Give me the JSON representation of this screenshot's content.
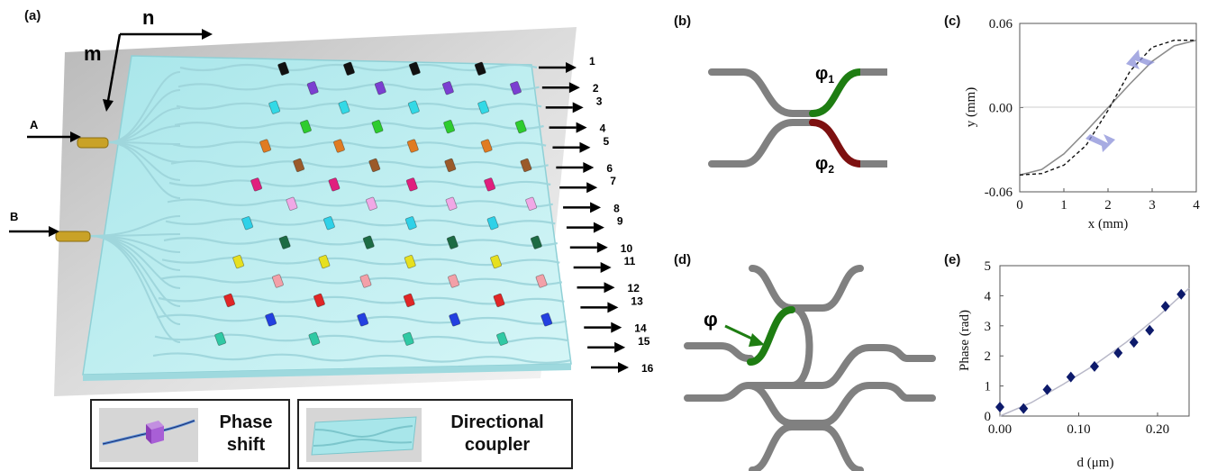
{
  "panels": {
    "a": "(a)",
    "b": "(b)",
    "c": "(c)",
    "d": "(d)",
    "e": "(e)"
  },
  "panel_a": {
    "axis_n": "n",
    "axis_m": "m",
    "input_a": "A",
    "input_b": "B",
    "outputs": [
      "1",
      "2",
      "3",
      "4",
      "5",
      "6",
      "7",
      "8",
      "9",
      "10",
      "11",
      "12",
      "13",
      "14",
      "15",
      "16"
    ],
    "legend_phase_shift": [
      "Phase",
      "shift"
    ],
    "legend_directional_coupler": [
      "Directional",
      "coupler"
    ],
    "colors": {
      "waveguide_chip": "#bfeef0",
      "input_fiber": "#c9a227"
    }
  },
  "panel_b": {
    "phi1": "φ",
    "phi1_sub": "1",
    "phi2": "φ",
    "phi2_sub": "2",
    "colors": {
      "guide": "#808080",
      "phi1": "#1e7d12",
      "phi2": "#7d1010"
    }
  },
  "panel_d": {
    "phi": "φ",
    "colors": {
      "guide": "#808080",
      "phi": "#1e7d12"
    }
  },
  "chart_data": [
    {
      "type": "line",
      "panel": "(c)",
      "xlabel": "x (mm)",
      "ylabel": "y (mm)",
      "xlim": [
        0,
        4
      ],
      "ylim": [
        -0.06,
        0.06
      ],
      "x_ticks": [
        "0",
        "1",
        "2",
        "3",
        "4"
      ],
      "y_ticks": [
        "-0.06",
        "0.00",
        "0.06"
      ],
      "series": [
        {
          "style": "solid gray",
          "x": [
            0,
            0.5,
            1,
            1.5,
            2,
            2.5,
            3,
            3.5,
            4
          ],
          "y": [
            -0.048,
            -0.044,
            -0.033,
            -0.017,
            0.0,
            0.017,
            0.033,
            0.044,
            0.048
          ]
        },
        {
          "style": "dashed black",
          "x": [
            0,
            0.5,
            1,
            1.5,
            2,
            2.5,
            3,
            3.5,
            4
          ],
          "y": [
            -0.048,
            -0.047,
            -0.041,
            -0.027,
            -0.002,
            0.026,
            0.043,
            0.048,
            0.048
          ]
        }
      ]
    },
    {
      "type": "scatter",
      "panel": "(e)",
      "xlabel": "d (μm)",
      "ylabel": "Phase (rad)",
      "xlim": [
        0,
        0.24
      ],
      "ylim": [
        0,
        5
      ],
      "x_ticks": [
        "0.00",
        "0.10",
        "0.20"
      ],
      "y_ticks": [
        "0",
        "1",
        "2",
        "3",
        "4",
        "5"
      ],
      "points": {
        "x": [
          0.0,
          0.03,
          0.06,
          0.09,
          0.12,
          0.15,
          0.17,
          0.19,
          0.21,
          0.23
        ],
        "y": [
          0.3,
          0.25,
          0.88,
          1.3,
          1.65,
          2.1,
          2.45,
          2.85,
          3.65,
          4.05
        ]
      },
      "fit": {
        "x": [
          0,
          0.04,
          0.08,
          0.12,
          0.16,
          0.2,
          0.24
        ],
        "y": [
          0.0,
          0.45,
          1.05,
          1.7,
          2.45,
          3.3,
          4.25
        ]
      },
      "colors": {
        "points": "#0d1a6b",
        "fit": "#b8b8c8"
      }
    }
  ]
}
